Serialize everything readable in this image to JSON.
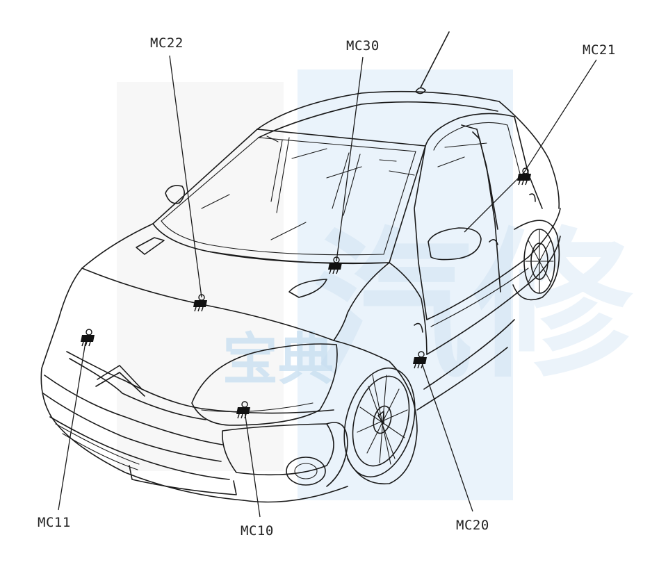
{
  "diagram": {
    "type": "vehicle-connector-location",
    "colors": {
      "line": "#1a1a1a",
      "watermark_blue": "#c7dff2",
      "watermark_gray": "#e7e7e7",
      "background": "#ffffff"
    },
    "labels": {
      "mc22": "MC22",
      "mc30": "MC30",
      "mc21": "MC21",
      "mc11": "MC11",
      "mc10": "MC10",
      "mc20": "MC20"
    },
    "watermark": {
      "text": "宝典",
      "big_text": "汽修"
    },
    "connector_icon": "connector-icon"
  }
}
